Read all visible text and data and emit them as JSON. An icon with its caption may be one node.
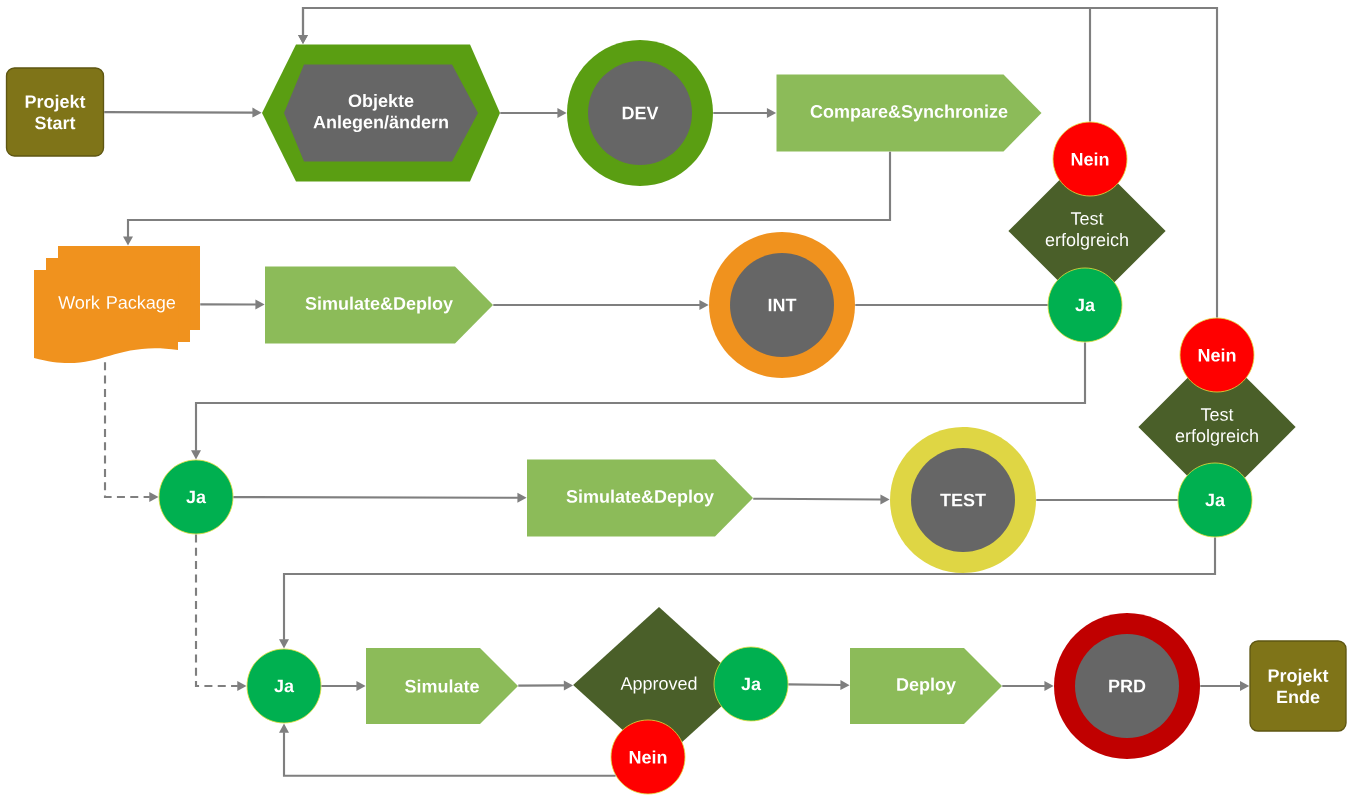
{
  "diagram": {
    "nodes": [
      {
        "text": [
          "Projekt Start"
        ]
      },
      {
        "text": [
          "Objekte Anlegen/ändern"
        ]
      },
      {
        "text": [
          "DEV"
        ]
      },
      {
        "text": [
          "Compare&Synchronize"
        ]
      },
      {
        "text": [
          "Nein"
        ]
      },
      {
        "text": [
          "Test erfolgreich"
        ]
      },
      {
        "text": [
          "Ja"
        ]
      },
      {
        "text": [
          "Work Package"
        ]
      },
      {
        "text": [
          "Simulate&Deploy"
        ]
      },
      {
        "text": [
          "INT"
        ]
      },
      {
        "text": [
          "Nein"
        ]
      },
      {
        "text": [
          "Test erfolgreich"
        ]
      },
      {
        "text": [
          "Ja"
        ]
      },
      {
        "text": [
          "Ja"
        ]
      },
      {
        "text": [
          "Simulate&Deploy"
        ]
      },
      {
        "text": [
          "TEST"
        ]
      },
      {
        "text": [
          "Ja"
        ]
      },
      {
        "text": [
          "Simulate"
        ]
      },
      {
        "text": [
          "Approved"
        ]
      },
      {
        "text": [
          "Ja"
        ]
      },
      {
        "text": [
          "Nein"
        ]
      },
      {
        "text": [
          "Deploy"
        ]
      },
      {
        "text": [
          "PRD"
        ]
      },
      {
        "text": [
          "Projekt Ende"
        ]
      }
    ],
    "edges": [
      {
        "from": 0,
        "to": 1,
        "arrow": "to"
      },
      {
        "from": 1,
        "to": 2,
        "arrow": "to"
      },
      {
        "from": 2,
        "to": 3,
        "arrow": "to"
      },
      {
        "from": 3,
        "to": 7,
        "arrow": "to"
      },
      {
        "from": 4,
        "to": 1,
        "arrow": "to"
      },
      {
        "from": 10,
        "to": 1,
        "arrow": "to"
      },
      {
        "from": 7,
        "to": 8,
        "arrow": "to"
      },
      {
        "from": 8,
        "to": 9,
        "arrow": "to"
      },
      {
        "from": 9,
        "to": 6,
        "arrow": "none"
      },
      {
        "from": 6,
        "to": 13,
        "arrow": "to"
      },
      {
        "from": 7,
        "to": 13,
        "arrow": "to",
        "style": "dashed"
      },
      {
        "from": 13,
        "to": 14,
        "arrow": "to"
      },
      {
        "from": 14,
        "to": 15,
        "arrow": "to"
      },
      {
        "from": 15,
        "to": 12,
        "arrow": "none"
      },
      {
        "from": 12,
        "to": 16,
        "arrow": "to"
      },
      {
        "from": 13,
        "to": 16,
        "arrow": "to",
        "style": "dashed"
      },
      {
        "from": 16,
        "to": 17,
        "arrow": "to"
      },
      {
        "from": 17,
        "to": 18,
        "arrow": "to"
      },
      {
        "from": 20,
        "to": 16,
        "arrow": "to"
      },
      {
        "from": 19,
        "to": 21,
        "arrow": "to"
      },
      {
        "from": 21,
        "to": 22,
        "arrow": "to"
      },
      {
        "from": 22,
        "to": 23,
        "arrow": "to"
      }
    ]
  }
}
